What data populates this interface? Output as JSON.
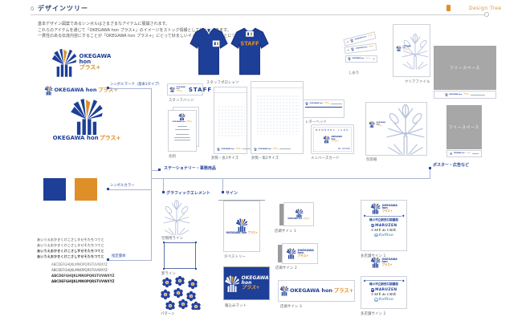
{
  "page": {
    "title": "デザインツリー",
    "corner_label": "Design Tree",
    "intro_lines": [
      "基本デザイン図案であるシンボルはさまざまなアイテムに展開されます。",
      "これらのアイテムを通じて「OKEGAWA hon プラス+」のイメージをストック情報として伝えていきます。",
      "一貫性のある伝達内容にすることが「OKEGAWA hon プラス+」にとって好ましいイメージを伝えることにつながります。"
    ]
  },
  "brand": {
    "okegawa": "OKEGAWA",
    "hon": "hon",
    "plus": "プラス+",
    "staff": "STAFF",
    "colors": {
      "blue": "#1e3f97",
      "orange": "#de8f28"
    }
  },
  "basics": {
    "symbol_mark_label": "シンボルマーク（基本3タイプ）",
    "symbol_color_label": "シンボルカラー",
    "typeface_label": "指定書体",
    "kana_specimen": "あいうえおかきくけこさしすせそたちつてと",
    "latin_specimen": "ABCDEFGHIJKLMNOPQRSTUVWXYZ"
  },
  "branches": {
    "stationery": "ステーショナリー・事務用品",
    "graphic_elements": "グラフィックエレメント",
    "sign": "サイン",
    "poster": "ポスター・広告など"
  },
  "items": {
    "polo": "スタッフポロシャツ",
    "badge": "スタッフバッジ",
    "business_card": "名刺",
    "envelope_naga": "封筒・長3サイズ",
    "envelope_kaku": "封筒・角2サイズ",
    "letterhead": "レターヘッド",
    "members_card": "メンバーズカード",
    "members_card_text": "MEMBERS CARD",
    "members_card_no": "No. 012345",
    "bookmark": "しおり",
    "clear_file": "クリアファイル",
    "wrapping": "包装紙",
    "free_space": "フリースペース",
    "space_line": "空間用ライン",
    "rule_line": "罫ライン",
    "pattern": "パターン",
    "tapestry": "タペストリー",
    "mat": "踏込みマット",
    "store_sign_1": "店頭サイン 1",
    "store_sign_2": "店頭サイン 2",
    "store_sign_3": "店頭サイン 3",
    "multi_sign_1": "多店舗サイン 1",
    "multi_sign_2": "多店舗サイン 2"
  },
  "tenants": {
    "library": "桶川市立駅西口図書館",
    "maruzen_mark": "M",
    "maruzen": "MARUZEN",
    "cafe": "CAFÉ de CRIÉ",
    "raffine": "Raffine"
  }
}
